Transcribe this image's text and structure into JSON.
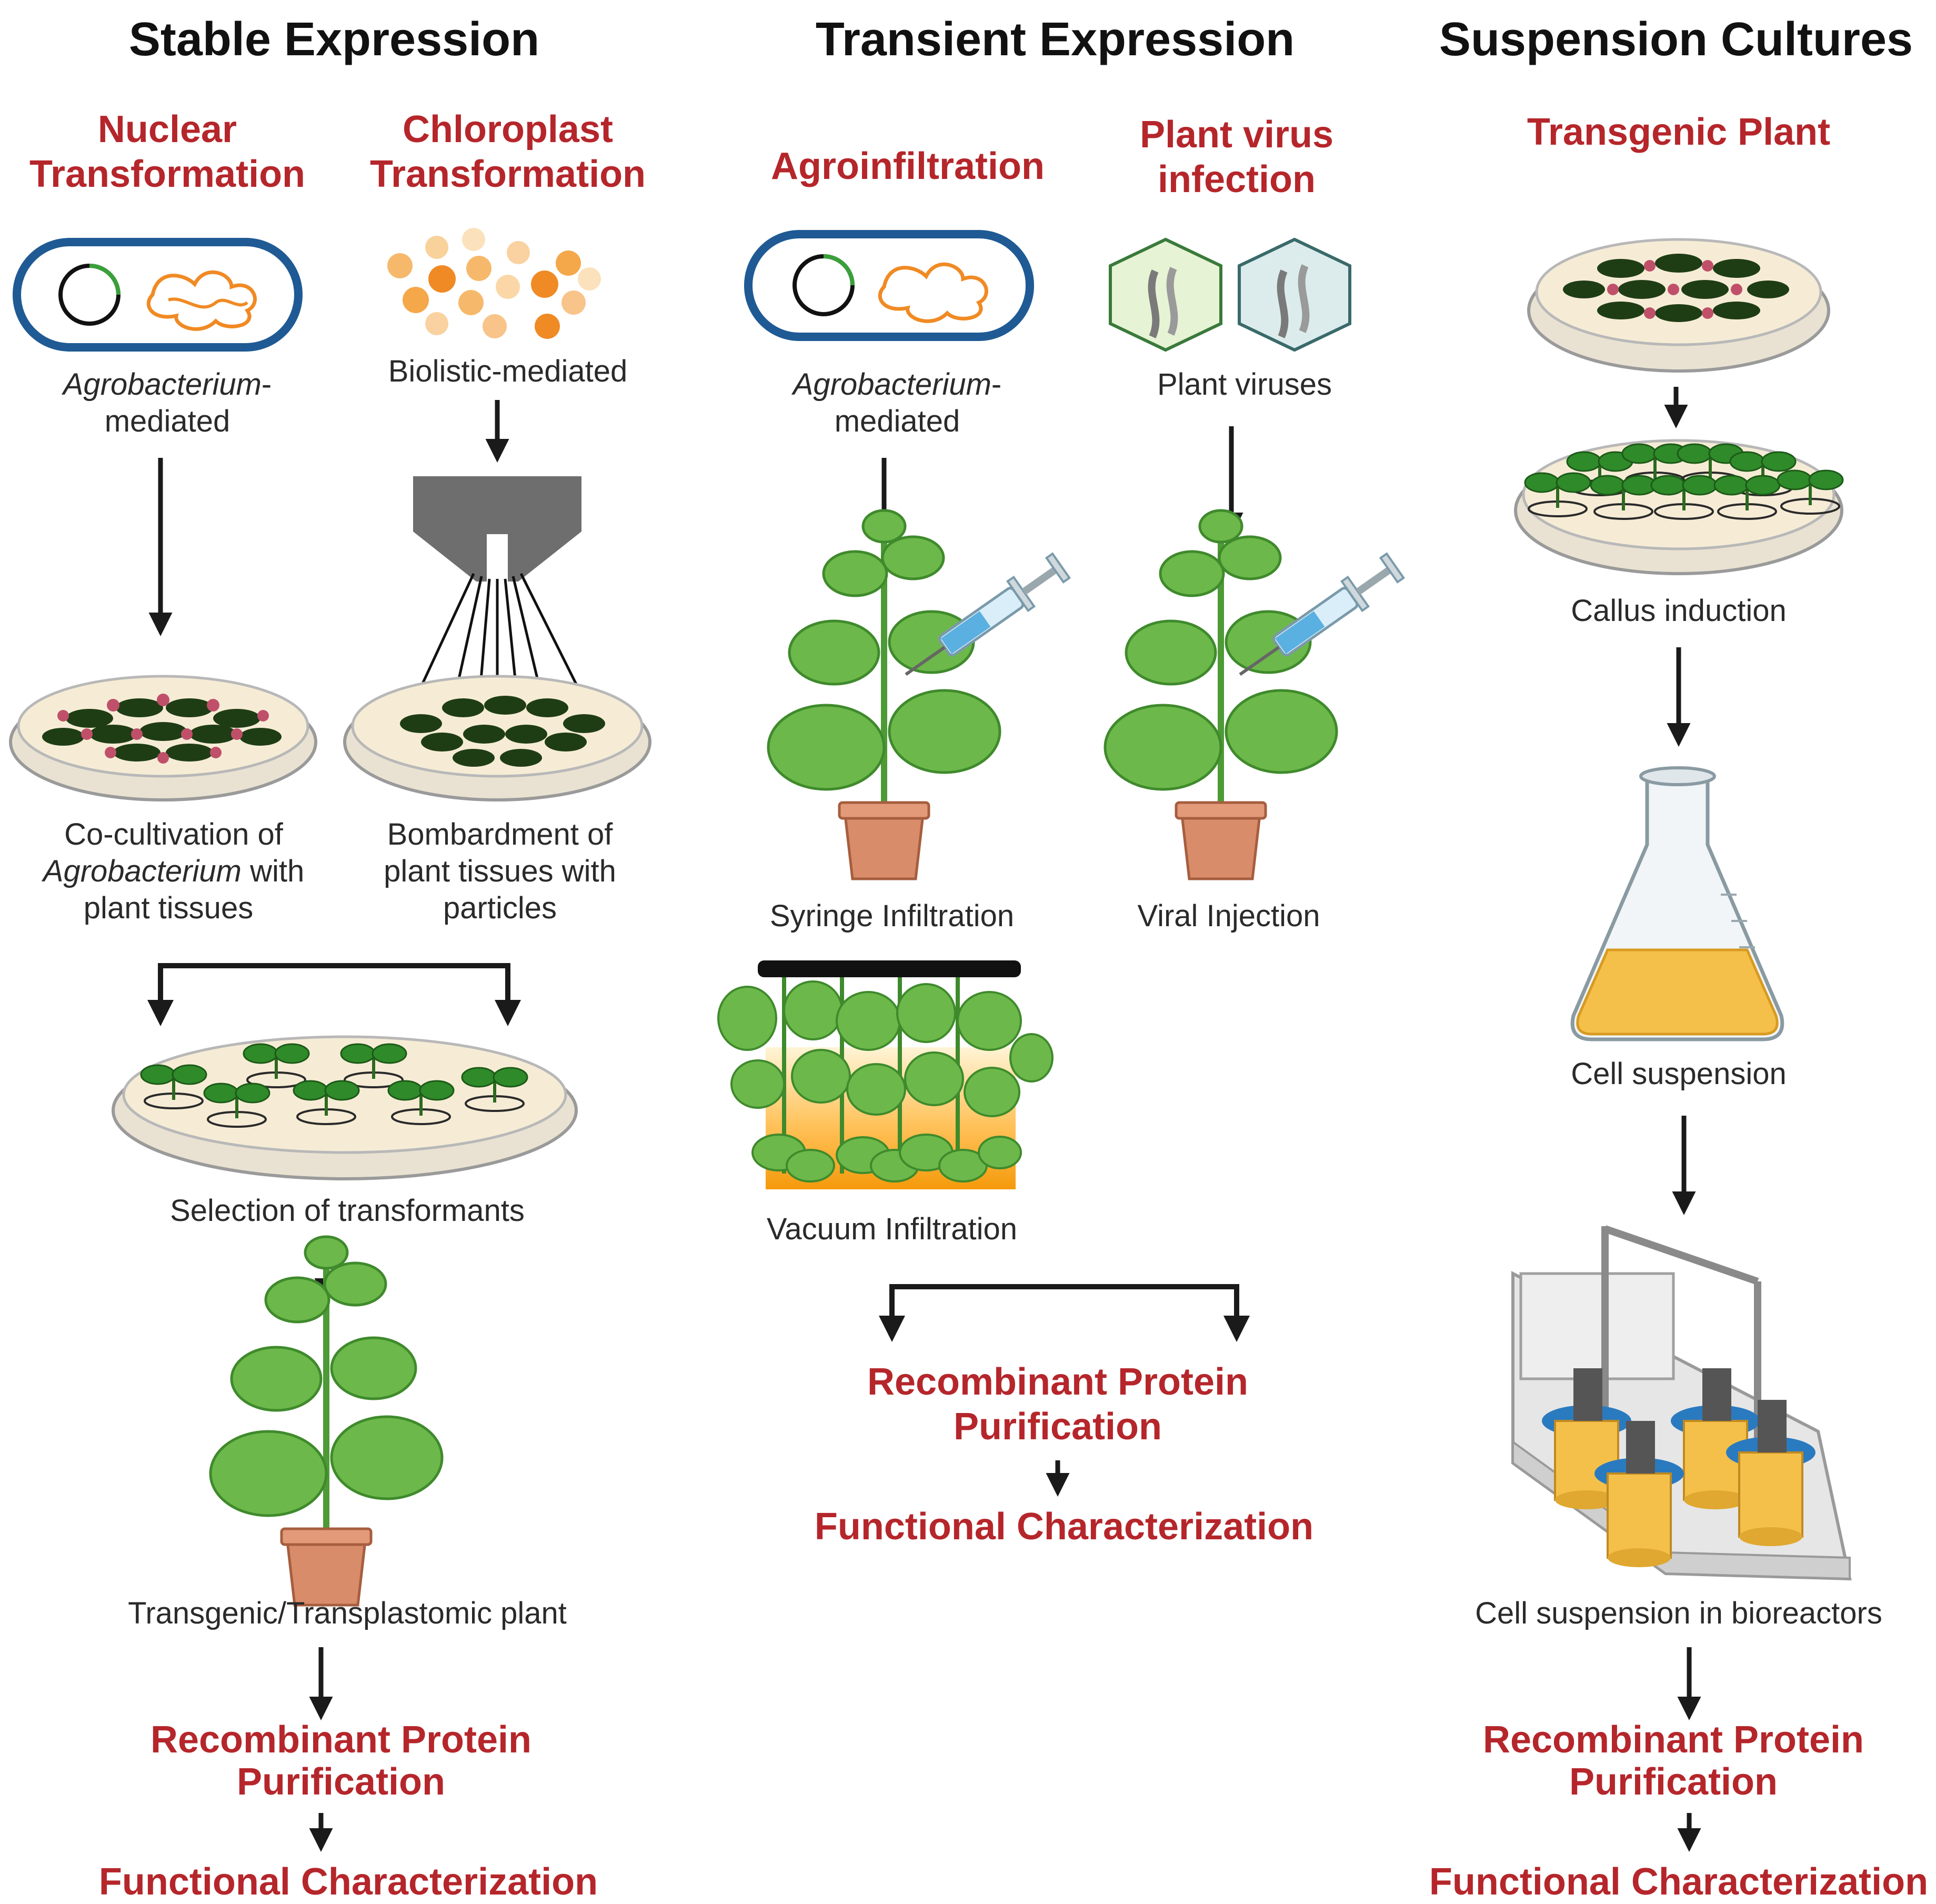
{
  "colors": {
    "title": "#111111",
    "accent_red": "#b5262b",
    "label": "#2a2a2a",
    "arrow": "#1a1a1a",
    "leaf": "#6cb84a",
    "leaf_dark": "#3f8a2c",
    "pot": "#d98c6a",
    "petri_agar": "#f6ecd6",
    "bacterium_outline": "#1f5a94",
    "orange": "#f08a24",
    "flask_liquid": "#f4c04a",
    "metal": "#7a7a7a"
  },
  "columns": {
    "stable": {
      "title": "Stable Expression",
      "nuclear": {
        "line1": "Nuclear",
        "line2": "Transformation"
      },
      "chloroplast": {
        "line1": "Chloroplast",
        "line2": "Transformation"
      },
      "agro_italic": "Agrobacterium",
      "agro_suffix": "-",
      "agro_line2": "mediated",
      "biolistic": "Biolistic-mediated",
      "cocult_line1": "Co-cultivation of",
      "cocult_italic": "Agrobacterium",
      "cocult_with": " with",
      "cocult_line3": "plant tissues",
      "bomb_line1": "Bombardment of",
      "bomb_line2": "plant tissues with",
      "bomb_line3": "particles",
      "selection": "Selection of transformants",
      "plant_label": "Transgenic/Transplastomic plant",
      "purif_line1": "Recombinant Protein",
      "purif_line2": "Purification",
      "functional": "Functional Characterization"
    },
    "transient": {
      "title": "Transient Expression",
      "agroinfiltration": "Agroinfiltration",
      "virus": {
        "line1": "Plant virus",
        "line2": "infection"
      },
      "agro_italic": "Agrobacterium",
      "agro_suffix": "-",
      "agro_line2": "mediated",
      "plant_viruses": "Plant viruses",
      "syringe": "Syringe Infiltration",
      "viral_injection": "Viral Injection",
      "vacuum": "Vacuum Infiltration",
      "purif_line1": "Recombinant Protein",
      "purif_line2": "Purification",
      "functional": "Functional Characterization"
    },
    "suspension": {
      "title": "Suspension Cultures",
      "transgenic_plant": "Transgenic Plant",
      "callus": "Callus induction",
      "cell_suspension": "Cell suspension",
      "bioreactors": "Cell suspension in bioreactors",
      "purif_line1": "Recombinant Protein",
      "purif_line2": "Purification",
      "functional": "Functional Characterization"
    }
  }
}
